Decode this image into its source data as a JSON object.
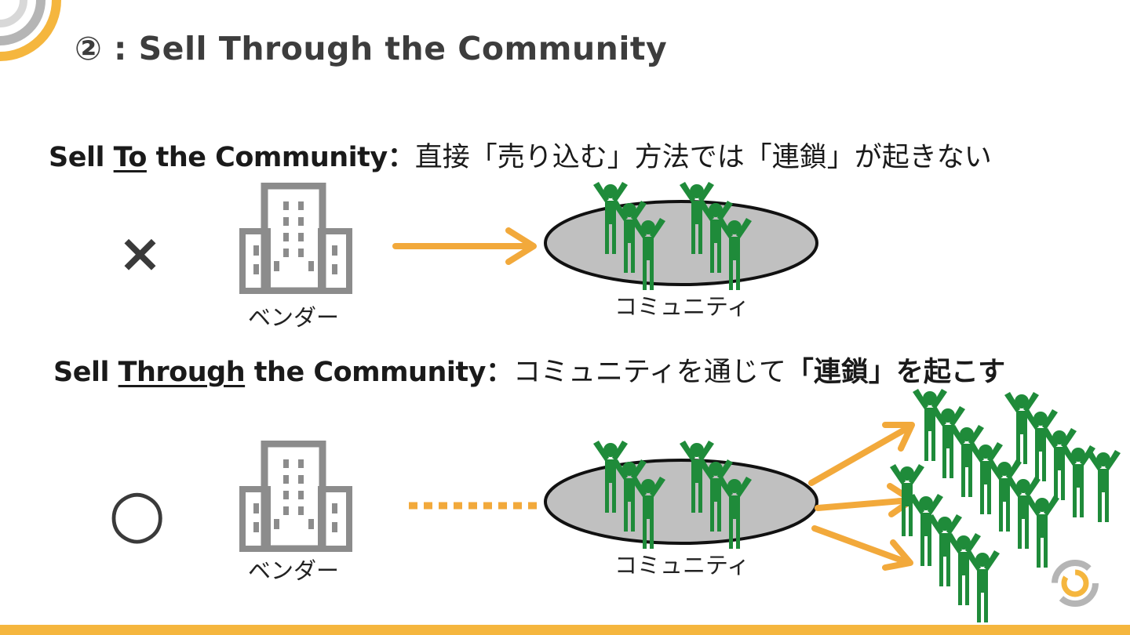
{
  "title": "② : Sell Through the Community",
  "row1": {
    "heading_prefix": "Sell ",
    "heading_underlined": "To",
    "heading_suffix": " the Community",
    "colon": "：",
    "heading_jp": "直接「売り込む」方法では「連鎖」が起きない",
    "mark": "×",
    "vendor_label": "ベンダー",
    "community_label": "コミュニティ"
  },
  "row2": {
    "heading_prefix": "Sell ",
    "heading_underlined": "Through",
    "heading_suffix": " the Community",
    "colon": "：",
    "heading_jp": "コミュニティを通じて",
    "heading_jp_bold": "「連鎖」を起こす",
    "mark": "○",
    "vendor_label": "ベンダー",
    "community_label": "コミュニティ"
  },
  "colors": {
    "accent_orange": "#f2a93b",
    "people_green": "#1f8b3a",
    "building_gray": "#8c8c8c",
    "ellipse_fill": "#c0c0c0",
    "logo_gray": "#b5b5b5",
    "logo_yellow": "#f5b63e"
  },
  "icons": {
    "building": "office-building-icon",
    "person": "person-arms-raised-icon",
    "logo": "corner-logo-icon"
  }
}
